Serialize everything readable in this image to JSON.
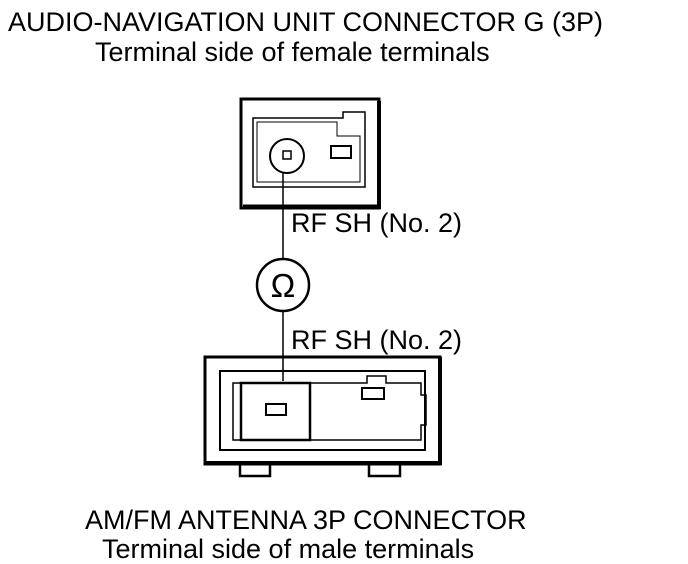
{
  "top_connector": {
    "title": "AUDIO-NAVIGATION UNIT CONNECTOR G (3P)",
    "subtitle": "Terminal side of female terminals"
  },
  "wire_labels": {
    "upper": "RF SH (No. 2)",
    "lower": "RF SH (No. 2)"
  },
  "meter_symbol": "Ω",
  "bottom_connector": {
    "title": "AM/FM ANTENNA 3P CONNECTOR",
    "subtitle": "Terminal side of male terminals"
  }
}
